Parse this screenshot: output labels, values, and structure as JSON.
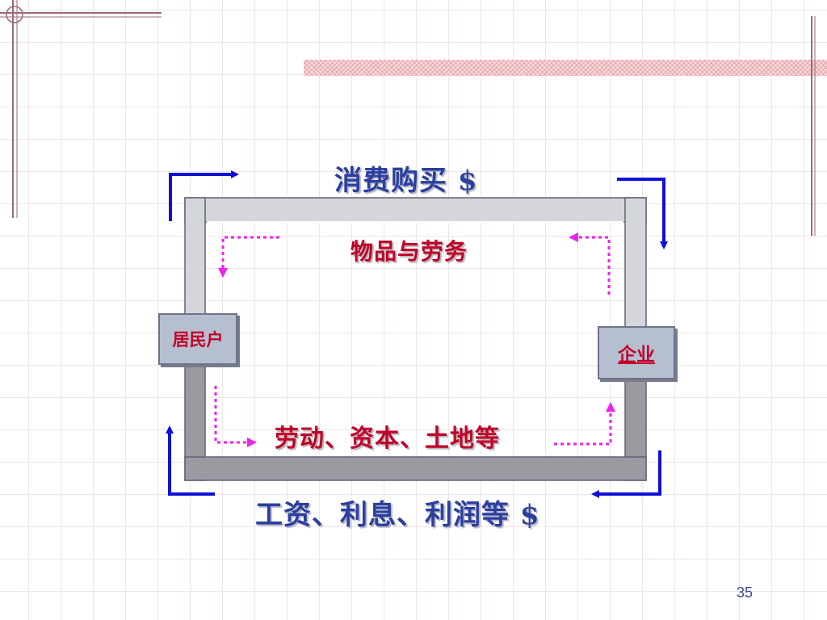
{
  "labels": {
    "consumer_spending": "消费购买 $",
    "goods_services": "物品与劳务",
    "factors": "劳动、资本、土地等",
    "income": "工资、利息、利润等 $"
  },
  "nodes": {
    "household": "居民户",
    "firm": "企业"
  },
  "page_number": "35",
  "colors": {
    "money_flow": "#1010d8",
    "real_flow": "#ee22ee",
    "label_blue": "#2b3f9e",
    "label_red": "#c0002a"
  }
}
